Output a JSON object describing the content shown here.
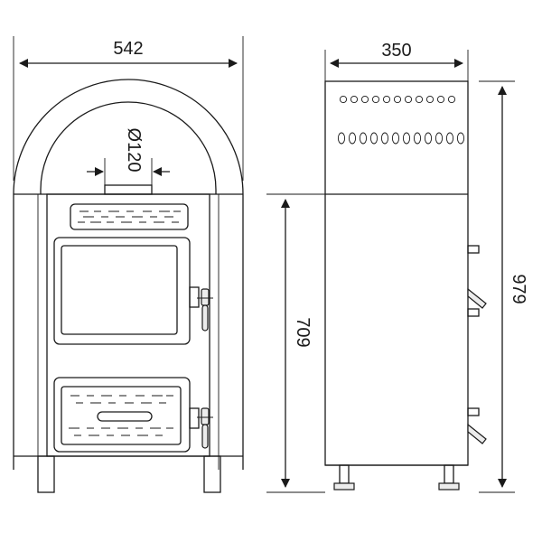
{
  "dimensions": {
    "front_width": "542",
    "flue_diameter": "Ø120",
    "side_depth": "350",
    "total_height": "979",
    "lower_height": "709"
  }
}
